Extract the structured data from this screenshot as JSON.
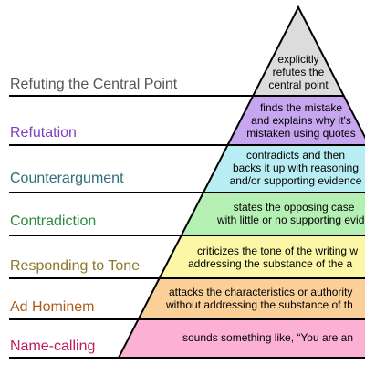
{
  "levels": [
    {
      "label": "Refuting the Central Point",
      "label_color": "#555555",
      "fill": "#dcdcdc",
      "desc_lines": [
        "explicitly",
        "refutes the",
        "central point"
      ]
    },
    {
      "label": "Refutation",
      "label_color": "#7e3fbf",
      "fill": "#c6a6ee",
      "desc_lines": [
        "finds the mistake",
        "and explains why it's",
        "mistaken using quotes"
      ]
    },
    {
      "label": "Counterargument",
      "label_color": "#2b6f7a",
      "fill": "#b8eef3",
      "desc_lines": [
        "contradicts and then",
        "backs it up with reasoning",
        "and/or supporting evidence"
      ]
    },
    {
      "label": "Contradiction",
      "label_color": "#2e8a3e",
      "fill": "#b4f0b4",
      "desc_lines": [
        "states the opposing case",
        "with little or no supporting evide"
      ]
    },
    {
      "label": "Responding to Tone",
      "label_color": "#8a7a2a",
      "fill": "#fbf7a7",
      "desc_lines": [
        "criticizes the tone of the writing w",
        "addressing the substance of the a"
      ]
    },
    {
      "label": "Ad Hominem",
      "label_color": "#b05a18",
      "fill": "#fbcf98",
      "desc_lines": [
        "attacks the characteristics or authority",
        "without addressing the substance of th"
      ]
    },
    {
      "label": "Name-calling",
      "label_color": "#c2185b",
      "fill": "#fbb0d4",
      "desc_lines": [
        "sounds something like, “You are an"
      ]
    }
  ]
}
